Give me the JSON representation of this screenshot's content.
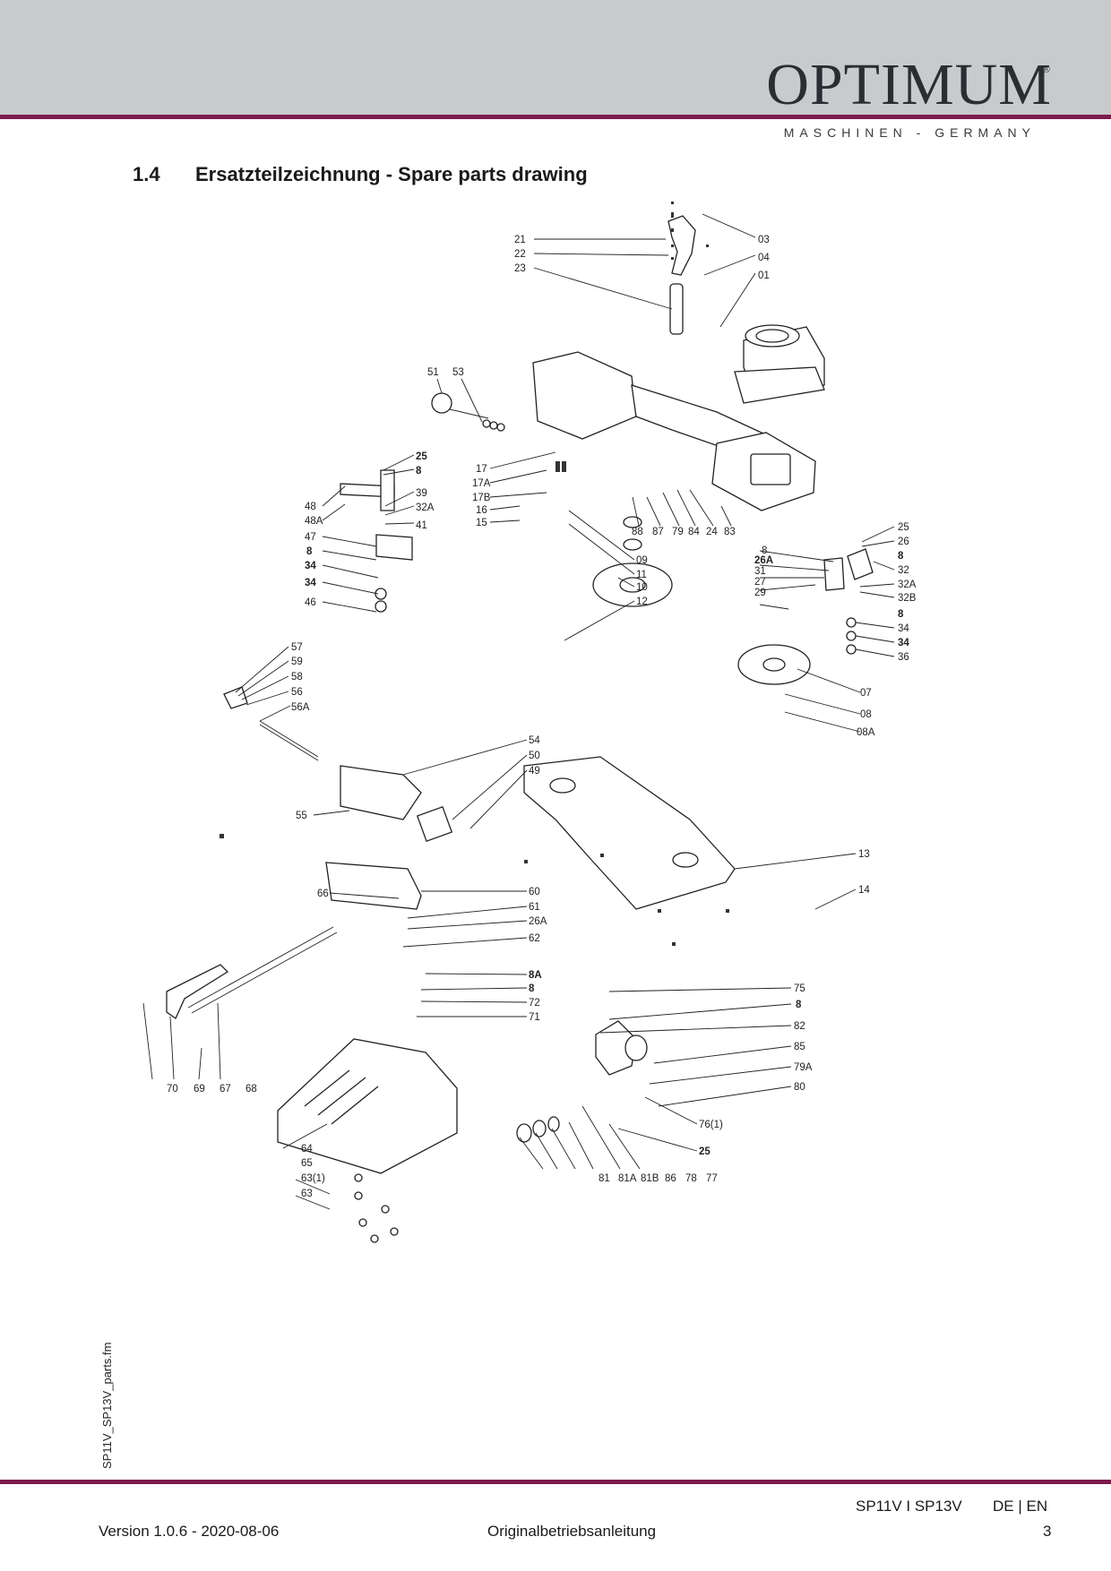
{
  "header": {
    "logo": "OPTIMUM",
    "logo_mark": "®",
    "subtitle": "MASCHINEN - GERMANY"
  },
  "section": {
    "number": "1.4",
    "title": "Ersatzteilzeichnung - Spare parts drawing"
  },
  "drawing": {
    "callouts": [
      {
        "id": "c21",
        "label": "21"
      },
      {
        "id": "c22",
        "label": "22"
      },
      {
        "id": "c23",
        "label": "23"
      },
      {
        "id": "c03",
        "label": "03"
      },
      {
        "id": "c04",
        "label": "04"
      },
      {
        "id": "c01",
        "label": "01"
      },
      {
        "id": "c51",
        "label": "51"
      },
      {
        "id": "c53",
        "label": "53"
      },
      {
        "id": "c25a",
        "label": "25"
      },
      {
        "id": "c8a",
        "label": "8"
      },
      {
        "id": "c39",
        "label": "39"
      },
      {
        "id": "c32Aa",
        "label": "32A"
      },
      {
        "id": "c41",
        "label": "41"
      },
      {
        "id": "c48",
        "label": "48"
      },
      {
        "id": "c48A",
        "label": "48A"
      },
      {
        "id": "c47",
        "label": "47"
      },
      {
        "id": "c8b",
        "label": "8"
      },
      {
        "id": "c34a",
        "label": "34"
      },
      {
        "id": "c34b",
        "label": "34"
      },
      {
        "id": "c46",
        "label": "46"
      },
      {
        "id": "c17",
        "label": "17"
      },
      {
        "id": "c17A",
        "label": "17A"
      },
      {
        "id": "c17B",
        "label": "17B"
      },
      {
        "id": "c16",
        "label": "16"
      },
      {
        "id": "c15",
        "label": "15"
      },
      {
        "id": "c09",
        "label": "09"
      },
      {
        "id": "c11",
        "label": "11"
      },
      {
        "id": "c10",
        "label": "10"
      },
      {
        "id": "c12",
        "label": "12"
      },
      {
        "id": "c88",
        "label": "88"
      },
      {
        "id": "c87",
        "label": "87"
      },
      {
        "id": "c79",
        "label": "79"
      },
      {
        "id": "c84",
        "label": "84"
      },
      {
        "id": "c24",
        "label": "24"
      },
      {
        "id": "c83",
        "label": "83"
      },
      {
        "id": "c25b",
        "label": "25"
      },
      {
        "id": "c26",
        "label": "26"
      },
      {
        "id": "c8c",
        "label": "8"
      },
      {
        "id": "c32",
        "label": "32"
      },
      {
        "id": "c32Ab",
        "label": "32A"
      },
      {
        "id": "c32B",
        "label": "32B"
      },
      {
        "id": "c8d",
        "label": "8"
      },
      {
        "id": "c34c",
        "label": "34"
      },
      {
        "id": "c34d",
        "label": "34"
      },
      {
        "id": "c36",
        "label": "36"
      },
      {
        "id": "c8e",
        "label": "8"
      },
      {
        "id": "c26Aa",
        "label": "26A"
      },
      {
        "id": "c31",
        "label": "31"
      },
      {
        "id": "c27",
        "label": "27"
      },
      {
        "id": "c29",
        "label": "29"
      },
      {
        "id": "c07",
        "label": "07"
      },
      {
        "id": "c08",
        "label": "08"
      },
      {
        "id": "c08A",
        "label": "08A"
      },
      {
        "id": "c57",
        "label": "57"
      },
      {
        "id": "c59",
        "label": "59"
      },
      {
        "id": "c58",
        "label": "58"
      },
      {
        "id": "c56",
        "label": "56"
      },
      {
        "id": "c56A",
        "label": "56A"
      },
      {
        "id": "c54",
        "label": "54"
      },
      {
        "id": "c50",
        "label": "50"
      },
      {
        "id": "c49",
        "label": "49"
      },
      {
        "id": "c55",
        "label": "55"
      },
      {
        "id": "c13",
        "label": "13"
      },
      {
        "id": "c14",
        "label": "14"
      },
      {
        "id": "c66",
        "label": "66"
      },
      {
        "id": "c60",
        "label": "60"
      },
      {
        "id": "c61",
        "label": "61"
      },
      {
        "id": "c26Ab",
        "label": "26A"
      },
      {
        "id": "c62",
        "label": "62"
      },
      {
        "id": "c8A",
        "label": "8A"
      },
      {
        "id": "c8f",
        "label": "8"
      },
      {
        "id": "c72",
        "label": "72"
      },
      {
        "id": "c71",
        "label": "71"
      },
      {
        "id": "c75",
        "label": "75"
      },
      {
        "id": "c8g",
        "label": "8"
      },
      {
        "id": "c82",
        "label": "82"
      },
      {
        "id": "c85",
        "label": "85"
      },
      {
        "id": "c79A",
        "label": "79A"
      },
      {
        "id": "c80",
        "label": "80"
      },
      {
        "id": "c761",
        "label": "76(1)"
      },
      {
        "id": "c25c",
        "label": "25"
      },
      {
        "id": "c70",
        "label": "70"
      },
      {
        "id": "c69",
        "label": "69"
      },
      {
        "id": "c67",
        "label": "67"
      },
      {
        "id": "c68",
        "label": "68"
      },
      {
        "id": "c64",
        "label": "64"
      },
      {
        "id": "c65",
        "label": "65"
      },
      {
        "id": "c631",
        "label": "63(1)"
      },
      {
        "id": "c63",
        "label": "63"
      },
      {
        "id": "c81",
        "label": "81"
      },
      {
        "id": "c81A",
        "label": "81A"
      },
      {
        "id": "c81B",
        "label": "81B"
      },
      {
        "id": "c86",
        "label": "86"
      },
      {
        "id": "c78",
        "label": "78"
      },
      {
        "id": "c77",
        "label": "77"
      }
    ]
  },
  "side_label": "SP11V_SP13V_parts.fm",
  "footer": {
    "model": "SP11V I SP13V",
    "lang": "DE | EN",
    "version": "Version 1.0.6 - 2020-08-06",
    "doc": "Originalbetriebsanleitung",
    "page": "3"
  }
}
